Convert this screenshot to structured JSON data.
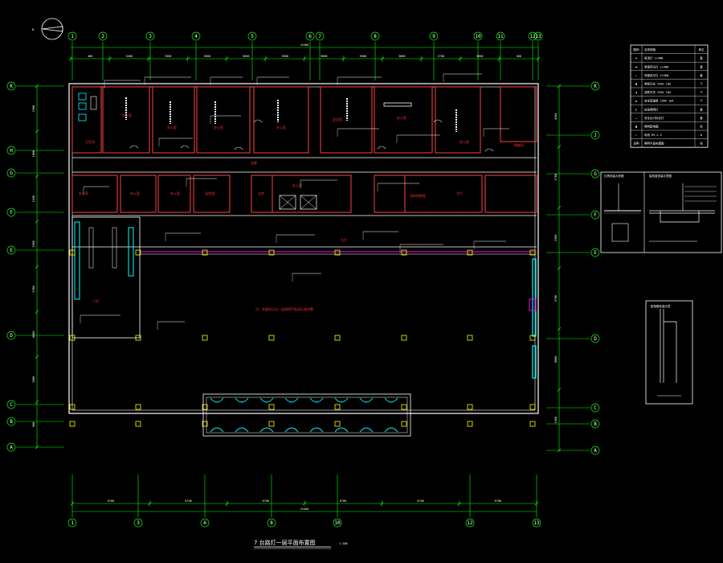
{
  "drawing": {
    "title": "7 台路灯一层平面布置图",
    "scale": "1:100",
    "background": "#000000",
    "colors": {
      "axis": "#00ff00",
      "wall": "#ffffff",
      "wall_inner": "#ff4040",
      "column": "#ffff00",
      "door": "#00ffff",
      "leader": "#ffffff",
      "note": "#ff3030",
      "accent": "#ff00ff"
    }
  },
  "top_axes": [
    "1",
    "2",
    "3",
    "4",
    "5",
    "6",
    "7",
    "8",
    "9",
    "10",
    "11",
    "12",
    "13"
  ],
  "bottom_axes": [
    "1",
    "3",
    "6",
    "8",
    "10",
    "12",
    "13"
  ],
  "left_axes": [
    "K",
    "H",
    "G",
    "F",
    "E",
    "D",
    "C",
    "B",
    "A"
  ],
  "right_axes": [
    "K",
    "J",
    "G",
    "F",
    "E",
    "D",
    "C",
    "B",
    "A"
  ],
  "top_dims": [
    "400",
    "3400",
    "3500",
    "3600",
    "3600",
    "3600",
    "3800",
    "3600",
    "3800",
    "2700",
    "3600",
    "400"
  ],
  "top_total": "41400",
  "bottom_dims": [
    "6700",
    "6700",
    "6700",
    "6700",
    "6700",
    "6700"
  ],
  "bottom_total": "41400",
  "left_dims": [
    "2200",
    "1800",
    "1100",
    "2500",
    "3700",
    "6800",
    "1500",
    "900"
  ],
  "right_dims": [
    "4200",
    "2700",
    "2500",
    "3700",
    "6800",
    "1500"
  ],
  "room_labels": [
    "卫生间",
    "办公室",
    "办公室",
    "办公室",
    "办公室",
    "会议室",
    "办公室",
    "办公室",
    "楼梯间",
    "走廊",
    "办公室",
    "办公室",
    "办公室",
    "配电室",
    "仓库",
    "办公室",
    "消防控制室",
    "大厅",
    "门厅"
  ],
  "main_note": "注：本图所示为一层照明平面及灯具布置",
  "detail_titles": [
    "灯具安装大样图",
    "接线盒安装示意图",
    "配电箱安装示意"
  ],
  "legend": {
    "rows": [
      [
        "图例",
        "名称规格",
        "单位"
      ],
      [
        "⊗",
        "吸顶灯 1×40W",
        "套"
      ],
      [
        "▬",
        "单管荧光灯 1×36W",
        "套"
      ],
      [
        "▭",
        "双管荧光灯 2×36W",
        "套"
      ],
      [
        "●",
        "单联开关 250V 10A",
        "个"
      ],
      [
        "◑",
        "双联开关 250V 10A",
        "个"
      ],
      [
        "▲",
        "安全型插座 250V 10A",
        "个"
      ],
      [
        "E",
        "应急照明灯",
        "套"
      ],
      [
        "→",
        "安全出口标志灯",
        "套"
      ],
      [
        "▣",
        "照明配电箱",
        "台"
      ],
      [
        "∟",
        "电线 BV-2.5",
        "m"
      ],
      [
        "说明",
        "照明平面布置图",
        "张"
      ]
    ]
  }
}
